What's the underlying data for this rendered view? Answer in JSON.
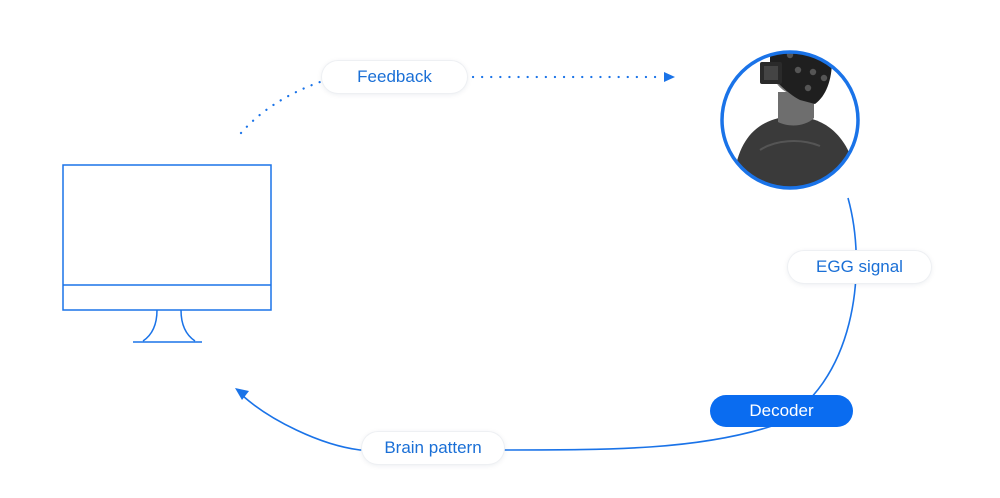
{
  "colors": {
    "accent": "#1a73e8",
    "decoder_fill": "#0a6cf0",
    "decoder_text": "#ffffff",
    "label_text": "#1a6fd6",
    "portrait_bg": "#ffffff"
  },
  "labels": {
    "feedback": "Feedback",
    "egg_signal": "EGG signal",
    "decoder": "Decoder",
    "brain_pattern": "Brain pattern"
  },
  "icons": {
    "computer": "computer-monitor-icon",
    "person": "person-with-eeg-headset-photo",
    "arrow": "arrowhead-icon"
  }
}
